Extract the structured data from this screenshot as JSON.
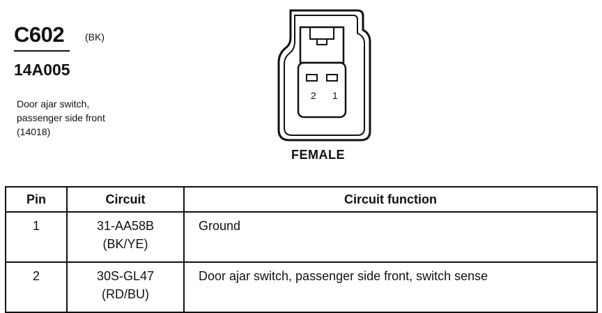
{
  "connector": {
    "id": "C602",
    "color_code": "(BK)",
    "part_number": "14A005",
    "description_lines": [
      "Door ajar switch,",
      "passenger side front",
      "(14018)"
    ],
    "gender": "FEMALE",
    "pin_labels": [
      "2",
      "1"
    ]
  },
  "table": {
    "headers": {
      "pin": "Pin",
      "circuit": "Circuit",
      "function": "Circuit function"
    },
    "rows": [
      {
        "pin": "1",
        "circuit": "31-AA58B",
        "wire_color": "(BK/YE)",
        "function": "Ground"
      },
      {
        "pin": "2",
        "circuit": "30S-GL47",
        "wire_color": "(RD/BU)",
        "function": "Door ajar switch, passenger side front, switch sense"
      }
    ]
  }
}
